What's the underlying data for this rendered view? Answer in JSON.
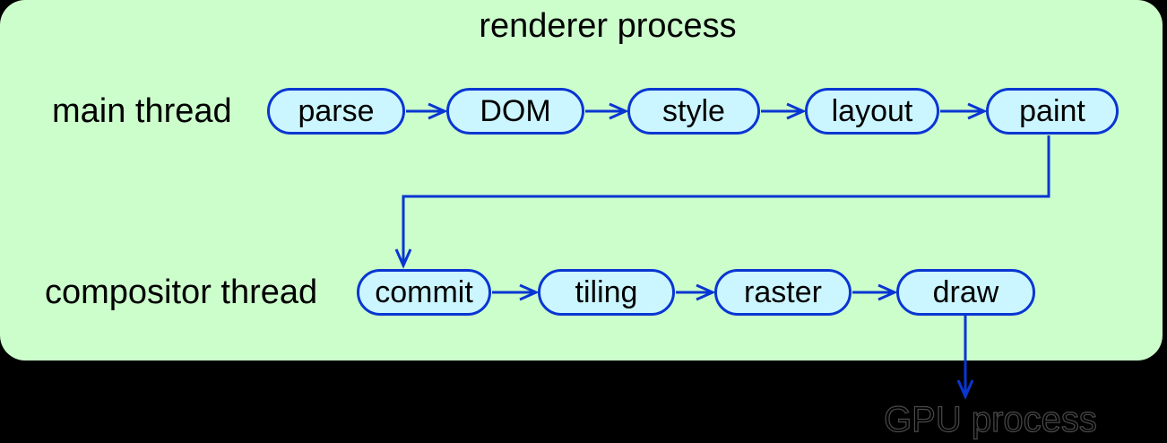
{
  "diagram": {
    "title": "renderer process",
    "rows": [
      {
        "label": "main thread",
        "nodes": [
          "parse",
          "DOM",
          "style",
          "layout",
          "paint"
        ]
      },
      {
        "label": "compositor thread",
        "nodes": [
          "commit",
          "tiling",
          "raster",
          "draw"
        ]
      }
    ],
    "external_process": {
      "label": "GPU process"
    },
    "edges": [
      "parse->DOM",
      "DOM->style",
      "style->layout",
      "layout->paint",
      "paint->commit",
      "commit->tiling",
      "tiling->raster",
      "raster->draw",
      "draw->GPU process"
    ],
    "colors": {
      "page_background": "#000000",
      "panel_background": "#ccfecc",
      "node_fill": "#ccf6ff",
      "stroke_blue": "#0936d2",
      "text": "#000000",
      "gpu_text_outline": "#4a4a4a"
    }
  }
}
